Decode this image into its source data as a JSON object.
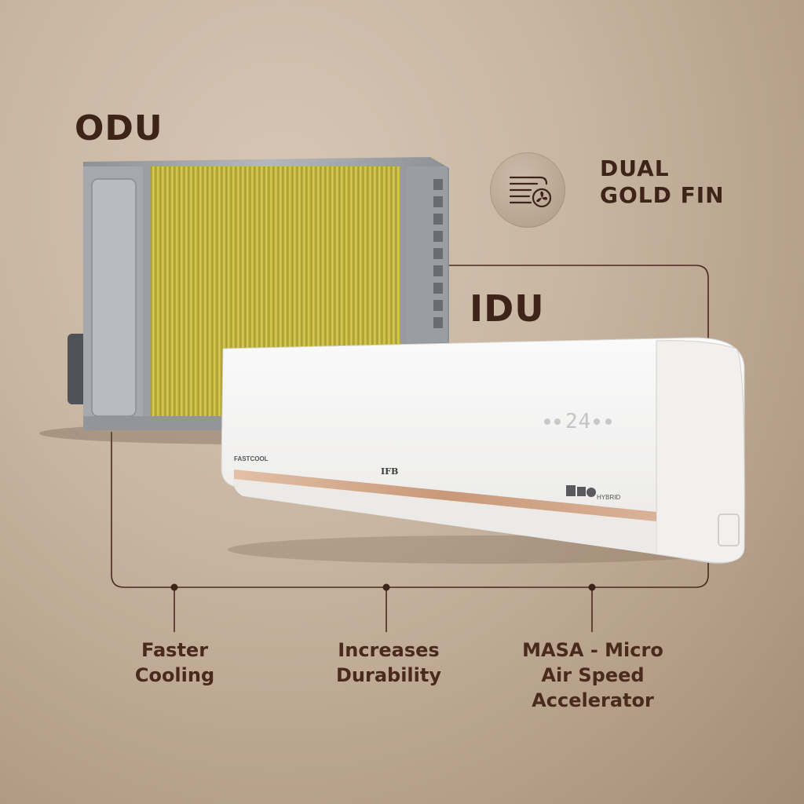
{
  "labels": {
    "odu": "ODU",
    "idu": "IDU",
    "fin_line1": "DUAL",
    "fin_line2": "GOLD FIN"
  },
  "benefits": [
    {
      "text": "Faster\nCooling"
    },
    {
      "text": "Increases\nDurability"
    },
    {
      "text": "MASA - Micro\nAir Speed\nAccelerator"
    }
  ],
  "idu_unit": {
    "display_temp": "24",
    "brand": "IFB",
    "left_badge": "FASTCOOL",
    "right_badge": "HYBRID"
  },
  "icons": {
    "fin": "dual-gold-fin-icon"
  },
  "colors": {
    "text": "#3e2418",
    "line": "#3e2418",
    "gold_fin": "#c9b83a",
    "idu_body": "#f4f2ef",
    "copper_trim": "#c99878"
  }
}
